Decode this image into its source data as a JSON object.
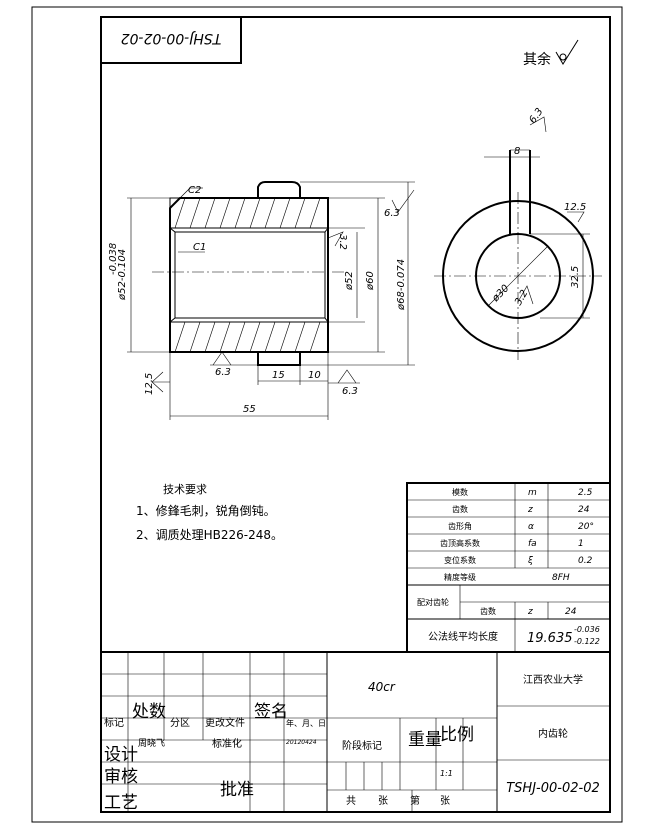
{
  "drawing_number_rotated": "TSHJ-00-02-02",
  "surface_roughness_other": "其余",
  "front_view": {
    "chamfer_c2": "C2",
    "chamfer_c1": "C1",
    "dia_outer_left": "ø52-0.104",
    "dia_outer_left_tol": "-0.038",
    "dia_bore": "ø52",
    "dia_60": "ø60",
    "dia_68": "ø68-0.074",
    "roughness_63_top": "6.3",
    "roughness_32": "3.2",
    "roughness_125_left": "12.5",
    "roughness_63_bottom": "6.3",
    "roughness_63_bottom2": "6.3",
    "len_15": "15",
    "len_10": "10",
    "len_55": "55"
  },
  "side_view": {
    "keyway_width": "8",
    "roughness_63": "6.3",
    "roughness_125": "12.5",
    "roughness_32": "3.2",
    "dim_325": "32.5",
    "dia_inner": "ø30"
  },
  "tech_requirements": {
    "title": "技术要求",
    "item1": "1、修鋒毛刺，锐角倒钝。",
    "item2": "2、调质处理HB226-248。"
  },
  "param_table": {
    "rows": [
      {
        "name": "模数",
        "sym": "m",
        "val": "2.5"
      },
      {
        "name": "齿数",
        "sym": "z",
        "val": "24"
      },
      {
        "name": "齿形角",
        "sym": "α",
        "val": "20°"
      },
      {
        "name": "齿顶高系数",
        "sym": "fa",
        "val": "1"
      },
      {
        "name": "变位系数",
        "sym": "ξ",
        "val": "0.2"
      }
    ],
    "accuracy_label": "精度等级",
    "accuracy_val": "8FH",
    "mating_gear_label": "配对齿轮",
    "mating_teeth_label": "齿数",
    "mating_sym": "z",
    "mating_val": "24",
    "common_normal_label": "公法线平均长度",
    "common_normal_val": "19.635",
    "common_normal_tol_up": "-0.036",
    "common_normal_tol_low": "-0.122"
  },
  "title_block": {
    "material": "40cr",
    "school": "江西农业大学",
    "part_name": "内齿轮",
    "drawing_no": "TSHJ-00-02-02",
    "mark": "标记",
    "count": "处数",
    "zone": "分区",
    "change_doc": "更改文件",
    "sign": "签名",
    "date": "年、月、日",
    "designer_label": "设计",
    "designer_name": "周晓飞",
    "standardize": "标准化",
    "sign_date": "20120424",
    "stage_mark": "阶段标记",
    "weight": "重量",
    "scale": "比例",
    "scale_val": "1:1",
    "review": "审核",
    "process": "工艺",
    "approve": "批准",
    "total": "共",
    "sheets": "张",
    "page": "第",
    "sheet": "张"
  }
}
